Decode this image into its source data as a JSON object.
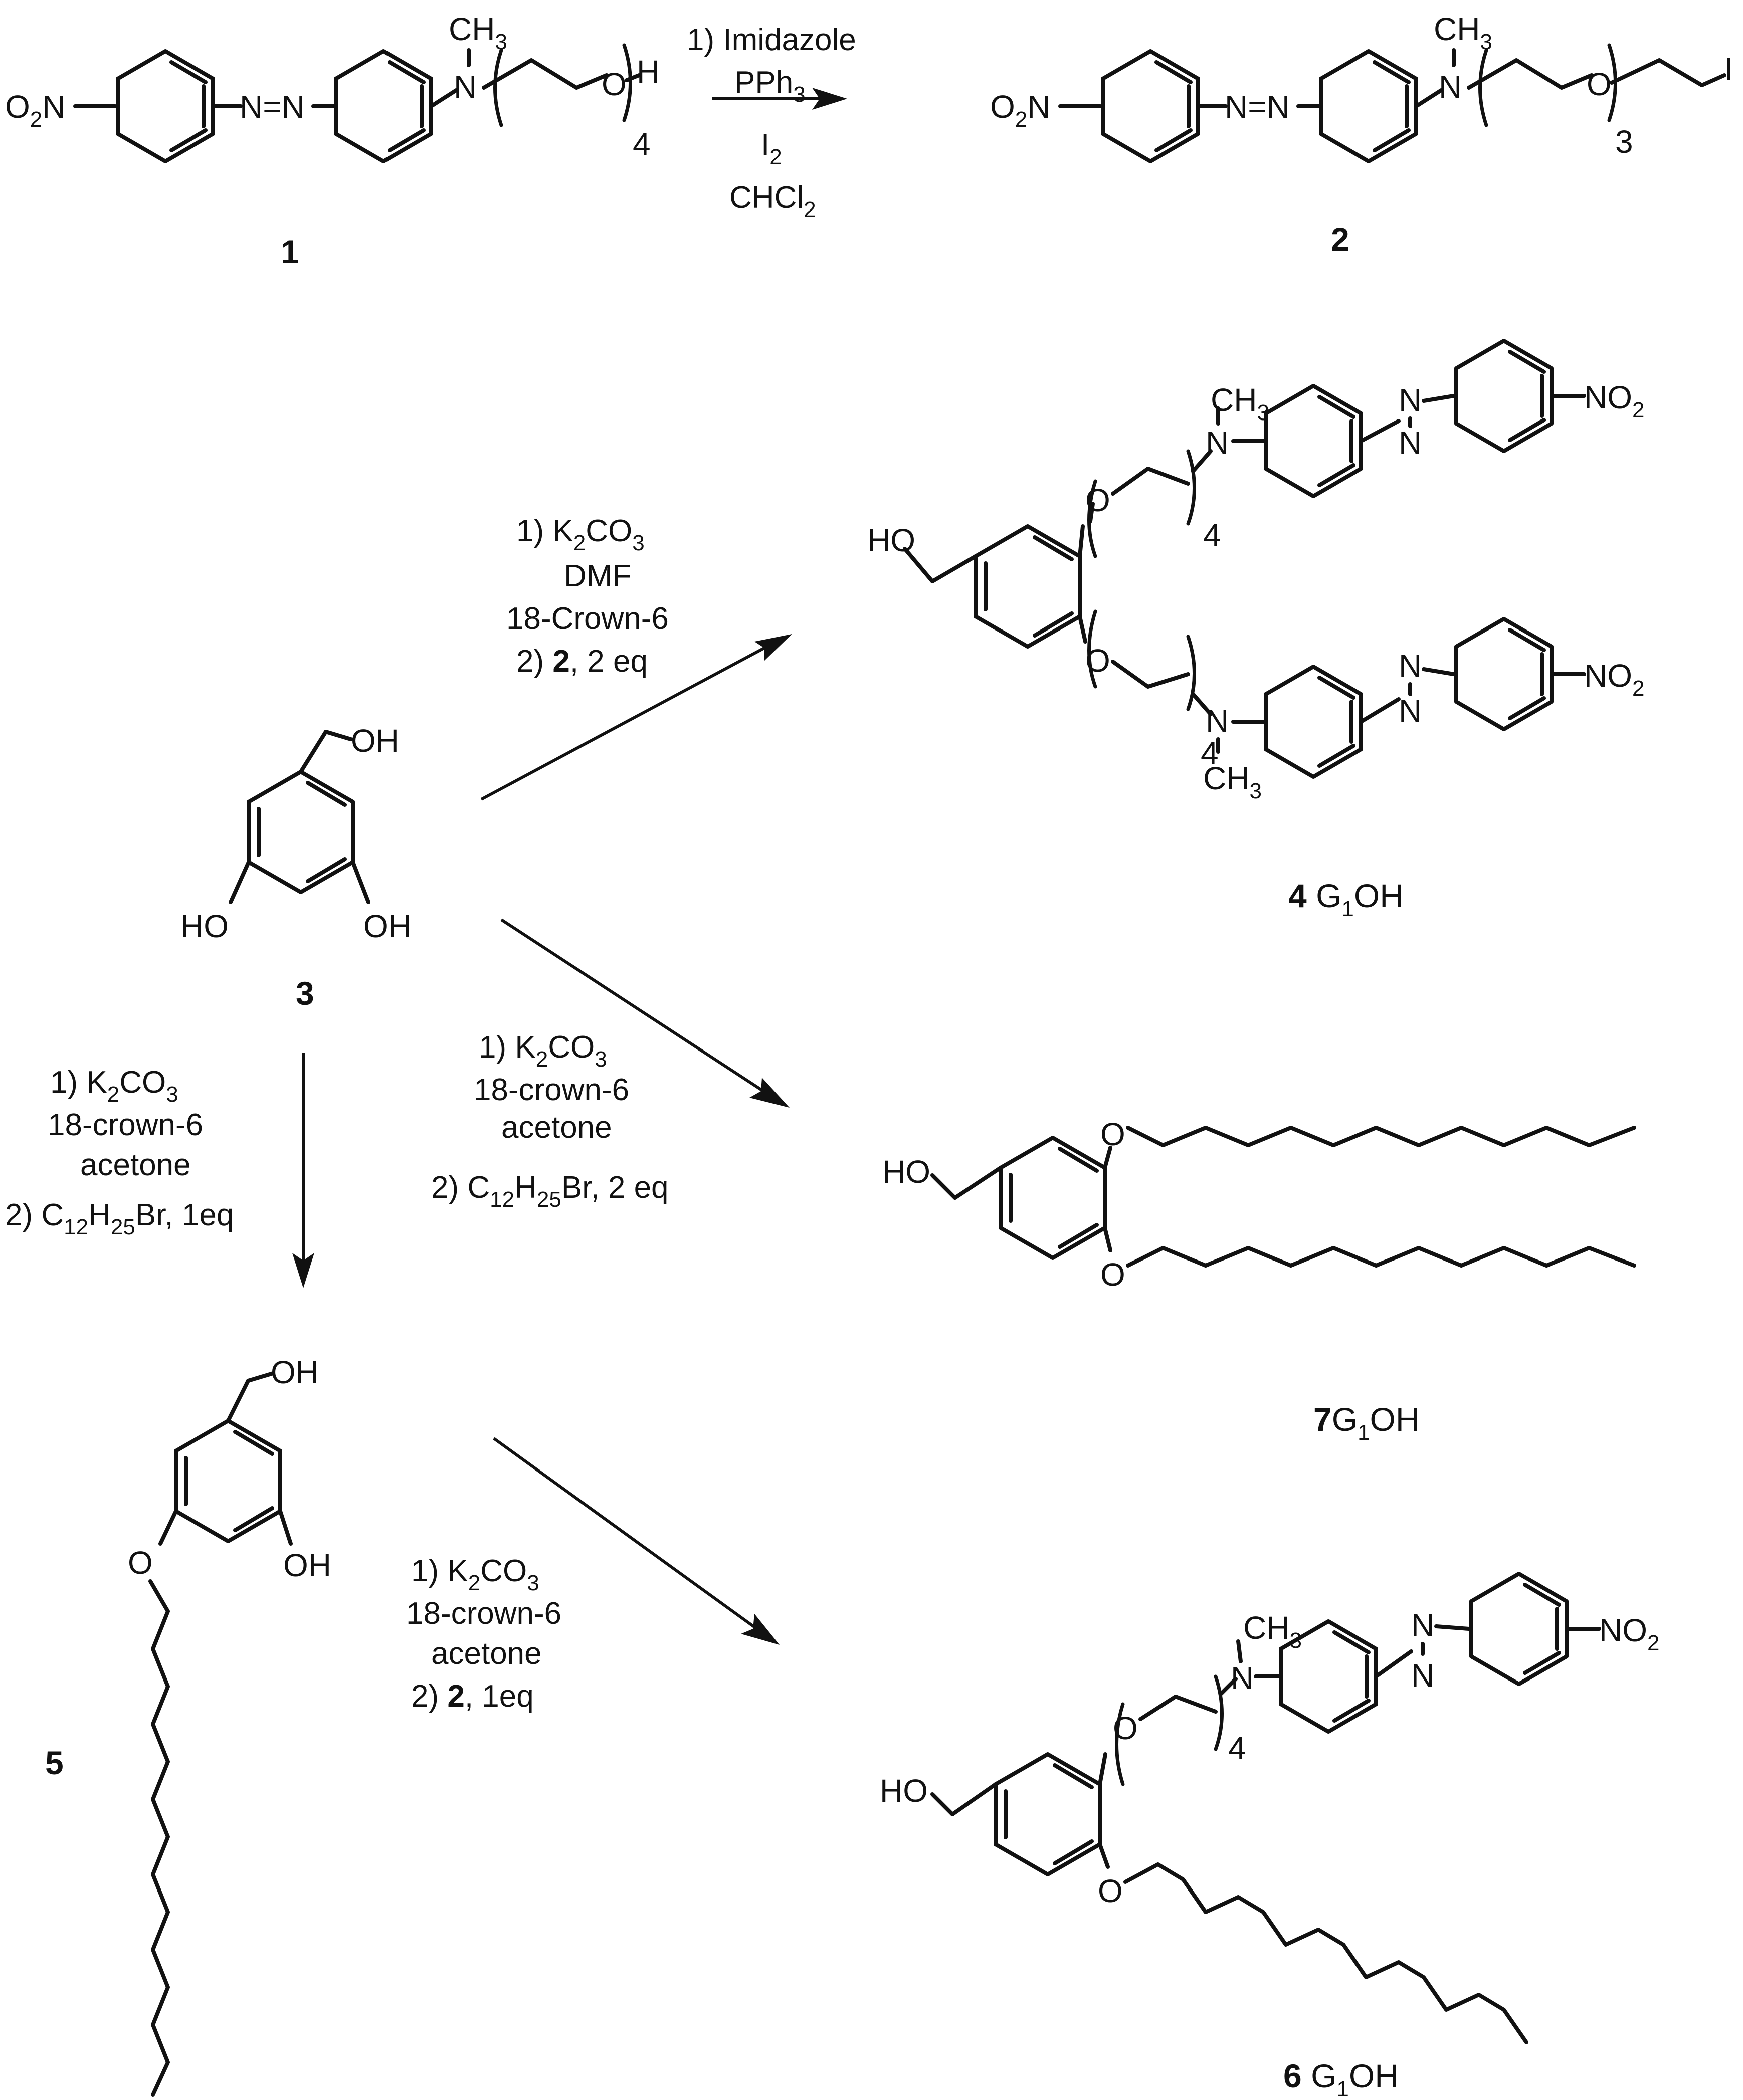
{
  "compounds": {
    "c1": {
      "label": "1"
    },
    "c2": {
      "label": "2"
    },
    "c3": {
      "label": "3"
    },
    "c4": {
      "label": "4",
      "suffix": "G",
      "suffix_sub": "1",
      "suffix_end": "OH"
    },
    "c5": {
      "label": "5"
    },
    "c6": {
      "label": "6",
      "suffix": "G",
      "suffix_sub": "1",
      "suffix_end": "OH"
    },
    "c7": {
      "label": "7",
      "suffix": "G",
      "suffix_sub": "1",
      "suffix_end": "OH"
    }
  },
  "atoms": {
    "o2n": "O",
    "o2n_sub": "2",
    "o2n_end": "N",
    "no2": "NO",
    "no2_sub": "2",
    "azo": "N=N",
    "n": "N",
    "o": "O",
    "h": "H",
    "i": "I",
    "ch3": "CH",
    "ch3_sub": "3",
    "oh": "OH",
    "ho": "HO",
    "rep4": "4",
    "rep3": "3"
  },
  "reactions": {
    "r1": {
      "line1": "1) Imidazole",
      "line2_a": "PPh",
      "line2_sub": "3",
      "line3_a": "I",
      "line3_sub": "2",
      "line4_a": "CHCl",
      "line4_sub": "2"
    },
    "r2": {
      "line1_a": "1) K",
      "line1_sub1": "2",
      "line1_b": "CO",
      "line1_sub2": "3",
      "line2": "DMF",
      "line3": "18-Crown-6",
      "line4_a": "2) ",
      "line4_bold": "2",
      "line4_b": ",  2 eq"
    },
    "r3": {
      "line1_a": "1) K",
      "line1_sub1": "2",
      "line1_b": "CO",
      "line1_sub2": "3",
      "line2": "18-crown-6",
      "line3": "acetone",
      "line4_a": "2) C",
      "line4_sub1": "12",
      "line4_b": "H",
      "line4_sub2": "25",
      "line4_c": "Br, 2 eq"
    },
    "r4": {
      "line1_a": "1) K",
      "line1_sub1": "2",
      "line1_b": "CO",
      "line1_sub2": "3",
      "line2": "18-crown-6",
      "line3": "acetone",
      "line4_a": "2) C",
      "line4_sub1": "12",
      "line4_b": "H",
      "line4_sub2": "25",
      "line4_c": "Br, 1eq"
    },
    "r5": {
      "line1_a": "1) K",
      "line1_sub1": "2",
      "line1_b": "CO",
      "line1_sub2": "3",
      "line2": "18-crown-6",
      "line3": "acetone",
      "line4_a": "2) ",
      "line4_bold": "2",
      "line4_b": ", 1eq"
    }
  }
}
